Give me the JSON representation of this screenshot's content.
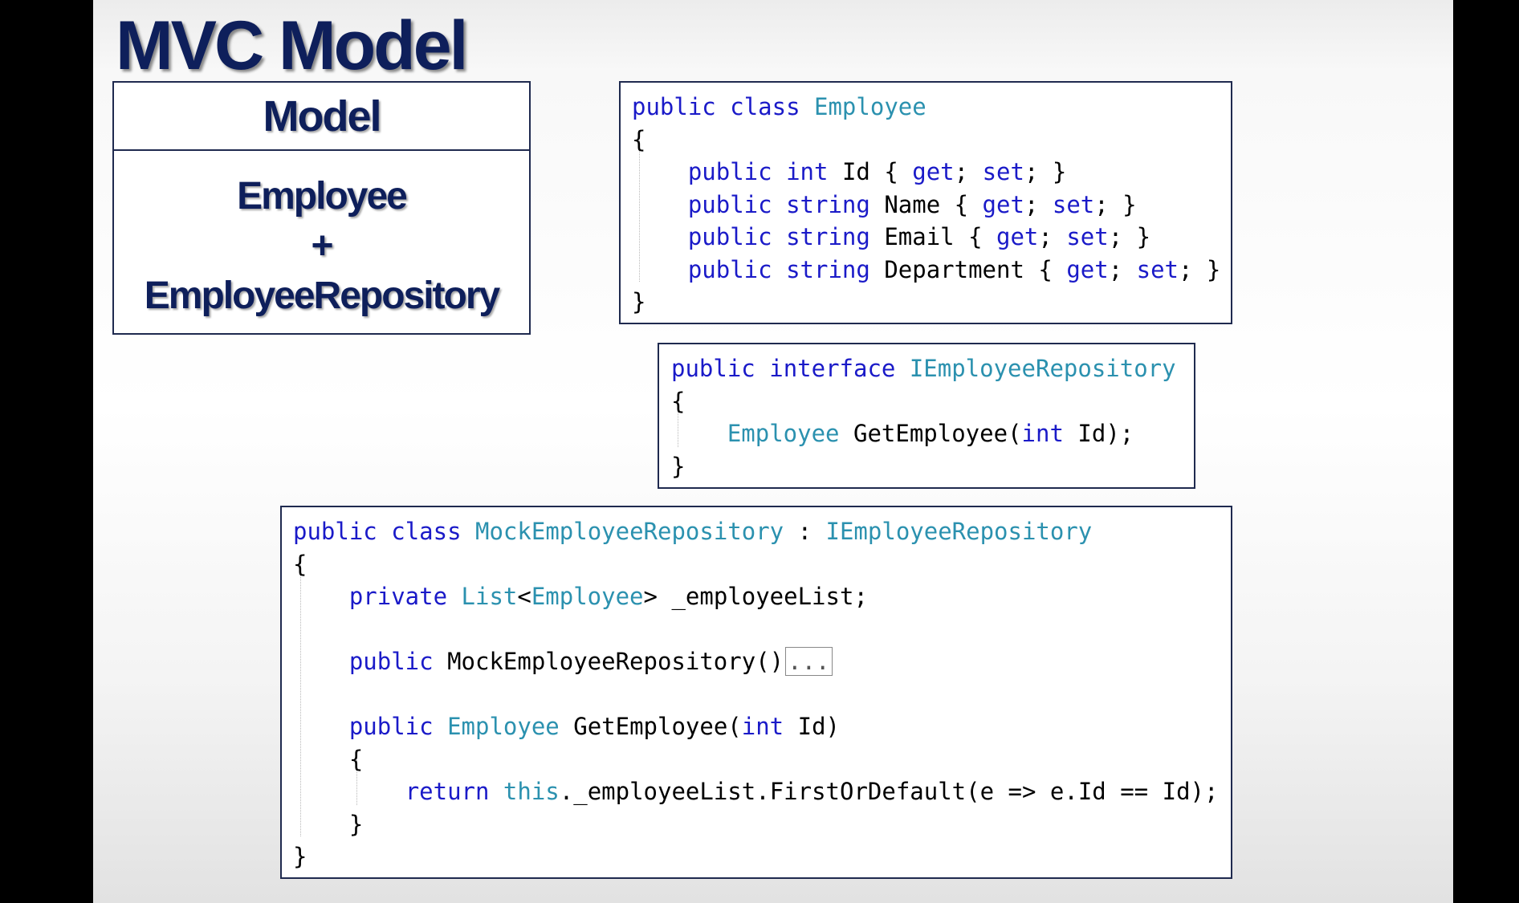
{
  "slide": {
    "title": "MVC Model"
  },
  "model_box": {
    "header": "Model",
    "line1": "Employee",
    "line2": "+",
    "line3": "EmployeeRepository"
  },
  "code": {
    "kw_public": "public",
    "kw_class": "class",
    "kw_int": "int",
    "kw_string": "string",
    "kw_get": "get",
    "kw_set": "set",
    "kw_interface": "interface",
    "kw_private": "private",
    "kw_return": "return",
    "kw_this": "this",
    "type_employee": "Employee",
    "type_iemployee_repository": "IEmployeeRepository",
    "type_mock_employee_repository": "MockEmployeeRepository",
    "type_list": "List",
    "prop_id": "Id",
    "prop_name": "Name",
    "prop_email": "Email",
    "prop_department": "Department",
    "method_get_employee": "GetEmployee",
    "method_ctor": "MockEmployeeRepository",
    "field_employee_list": "_employeeList",
    "member_first_or_default": "FirstOrDefault",
    "param_e": "e",
    "fold_ellipsis": "..."
  },
  "colors": {
    "slide_title": "#0e1f5b",
    "keyword": "#1a1ac8",
    "type": "#2b91af",
    "border": "#1f2a4f"
  }
}
